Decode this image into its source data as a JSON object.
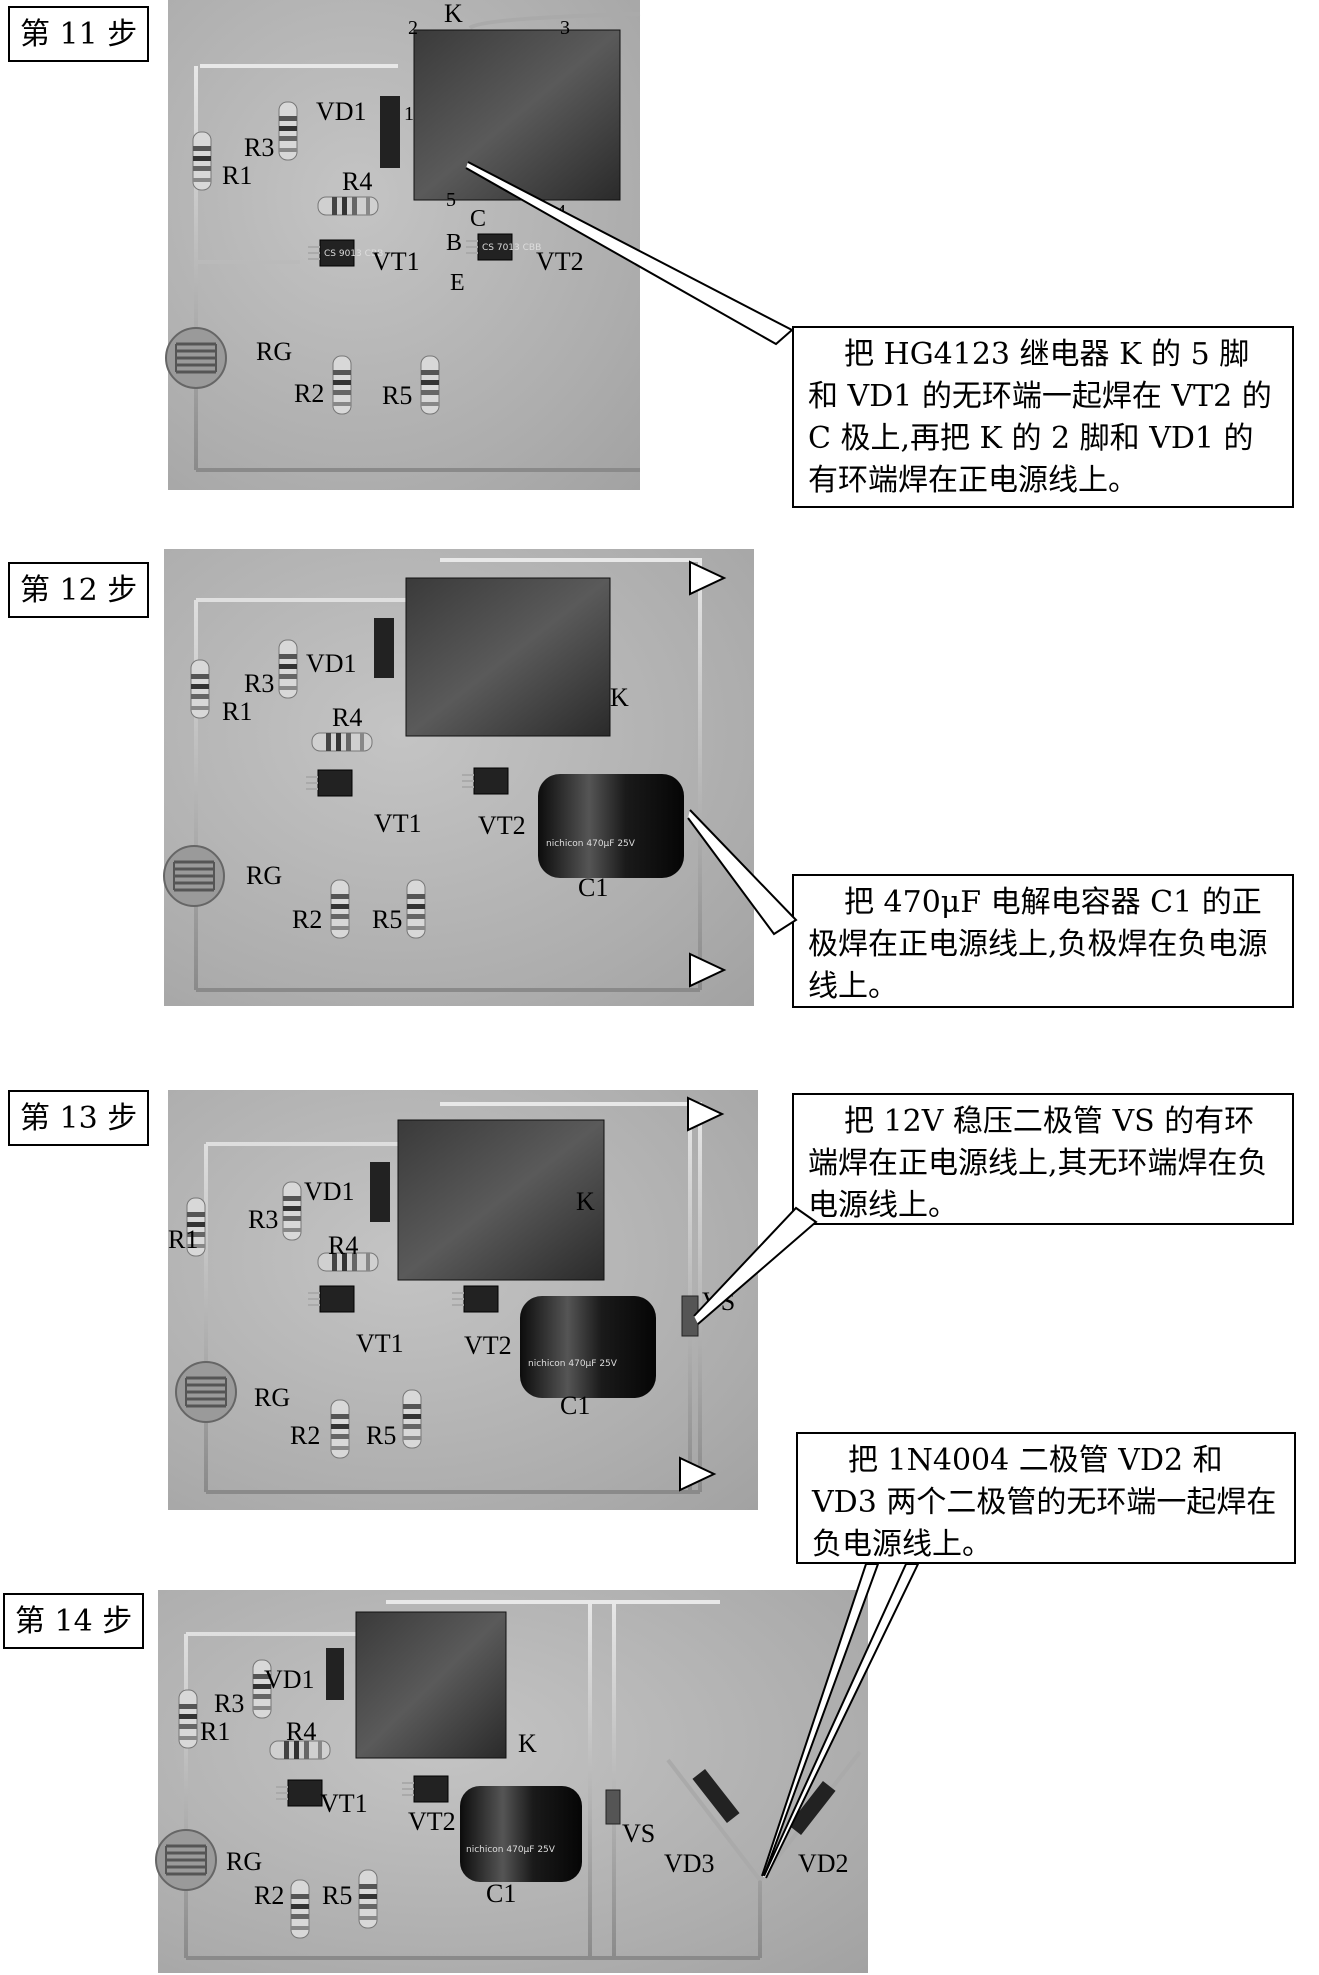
{
  "steps": [
    {
      "label": "第 11 步",
      "callout": "把 HG4123 继电器 K 的 5 脚和 VD1 的无环端一起焊在 VT2 的 C 极上,再把 K 的 2 脚和 VD1 的有环端焊在正电源线上。",
      "components": [
        "K",
        "VD1",
        "R3",
        "R1",
        "R4",
        "VT1",
        "VT2",
        "RG",
        "R2",
        "R5"
      ],
      "pins": [
        "2",
        "3",
        "1",
        "5",
        "4"
      ],
      "terminals": [
        "B",
        "C",
        "E"
      ],
      "chip_text": [
        "CS 9013 CBB",
        "CS 7013 CBB"
      ]
    },
    {
      "label": "第 12 步",
      "callout": "把 470μF 电解电容器 C1 的正极焊在正电源线上,负极焊在负电源线上。",
      "components": [
        "VD1",
        "R3",
        "R1",
        "R4",
        "K",
        "VT1",
        "VT2",
        "RG",
        "R2",
        "R5",
        "C1"
      ],
      "capacitor_text": "nichicon 470μF 25V"
    },
    {
      "label": "第 13 步",
      "callout": "把 12V 稳压二极管 VS 的有环端焊在正电源线上,其无环端焊在负电源线上。",
      "components": [
        "VD1",
        "K",
        "R1",
        "R3",
        "R4",
        "VT1",
        "VT2",
        "VS",
        "RG",
        "C1",
        "R2",
        "R5"
      ],
      "capacitor_text": "nichicon 470μF 25V"
    },
    {
      "label": "第 14 步",
      "callout": "把 1N4004 二极管 VD2 和 VD3 两个二极管的无环端一起焊在负电源线上。",
      "components": [
        "VD1",
        "R3",
        "R1",
        "R4",
        "K",
        "VT1",
        "VT2",
        "RG",
        "C1",
        "VS",
        "VD3",
        "VD2",
        "R2",
        "R5"
      ],
      "capacitor_text": "nichicon 470μF 25V"
    }
  ]
}
